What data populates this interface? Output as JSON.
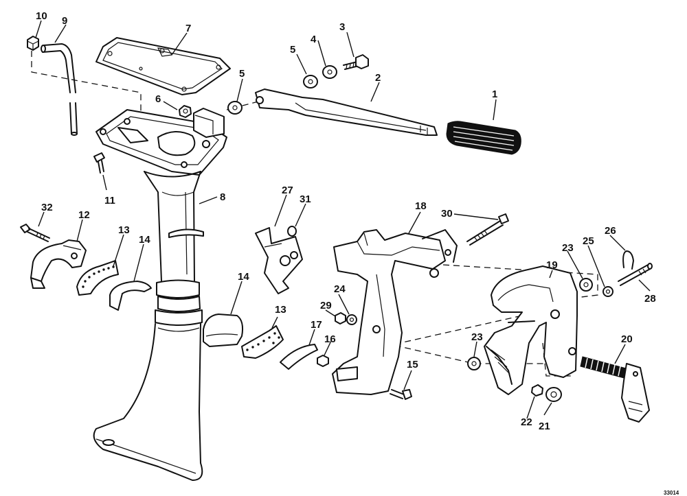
{
  "parts": [
    {
      "id": "part-1",
      "number": "1"
    },
    {
      "id": "part-2",
      "number": "2"
    },
    {
      "id": "part-3",
      "number": "3"
    },
    {
      "id": "part-4",
      "number": "4"
    },
    {
      "id": "part-5a",
      "number": "5"
    },
    {
      "id": "part-5b",
      "number": "5"
    },
    {
      "id": "part-6",
      "number": "6"
    },
    {
      "id": "part-7",
      "number": "7"
    },
    {
      "id": "part-8",
      "number": "8"
    },
    {
      "id": "part-9",
      "number": "9"
    },
    {
      "id": "part-10",
      "number": "10"
    },
    {
      "id": "part-11",
      "number": "11"
    },
    {
      "id": "part-12",
      "number": "12"
    },
    {
      "id": "part-13a",
      "number": "13"
    },
    {
      "id": "part-13b",
      "number": "13"
    },
    {
      "id": "part-14a",
      "number": "14"
    },
    {
      "id": "part-14b",
      "number": "14"
    },
    {
      "id": "part-15",
      "number": "15"
    },
    {
      "id": "part-16",
      "number": "16"
    },
    {
      "id": "part-17",
      "number": "17"
    },
    {
      "id": "part-18",
      "number": "18"
    },
    {
      "id": "part-19",
      "number": "19"
    },
    {
      "id": "part-20",
      "number": "20"
    },
    {
      "id": "part-21",
      "number": "21"
    },
    {
      "id": "part-22",
      "number": "22"
    },
    {
      "id": "part-23a",
      "number": "23"
    },
    {
      "id": "part-23b",
      "number": "23"
    },
    {
      "id": "part-24",
      "number": "24"
    },
    {
      "id": "part-25",
      "number": "25"
    },
    {
      "id": "part-26",
      "number": "26"
    },
    {
      "id": "part-27",
      "number": "27"
    },
    {
      "id": "part-28",
      "number": "28"
    },
    {
      "id": "part-29",
      "number": "29"
    },
    {
      "id": "part-30",
      "number": "30"
    },
    {
      "id": "part-31",
      "number": "31"
    },
    {
      "id": "part-32",
      "number": "32"
    }
  ],
  "drawing_code": "33014"
}
